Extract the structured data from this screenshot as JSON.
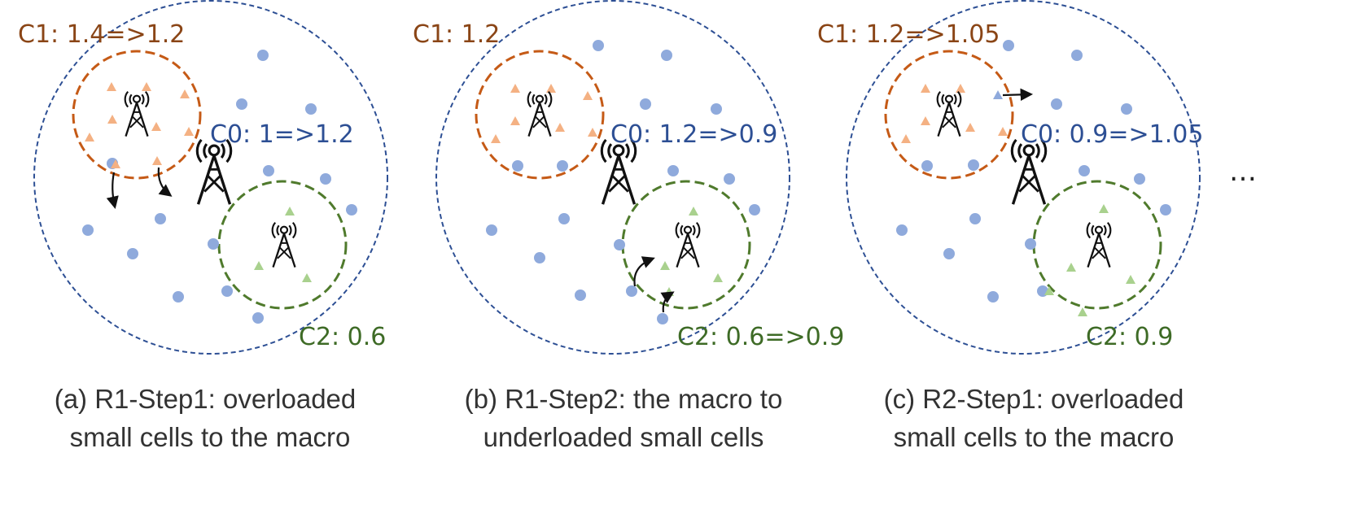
{
  "colors": {
    "macro_circle": "#2d4f94",
    "c1_circle": "#c55a16",
    "c2_circle": "#4f7a2c",
    "c1_text": "#8a4516",
    "c0_text": "#2d4f94",
    "c2_text": "#3e6b26",
    "blue_dot": "#8faadc",
    "orange_triangle": "#f4b183",
    "green_triangle": "#a9d18e",
    "arrow": "#111111"
  },
  "icons": [
    "cell-tower-icon"
  ],
  "panels": [
    {
      "c1_label": "C1: 1.4=>1.2",
      "c0_label": "C0: 1=>1.2",
      "c2_label": "C2: 0.6",
      "caption_line1": "(a) R1-Step1: overloaded",
      "caption_line2": "small cells to the macro"
    },
    {
      "c1_label": "C1: 1.2",
      "c0_label": "C0: 1.2=>0.9",
      "c2_label": "C2: 0.6=>0.9",
      "caption_line1": "(b) R1-Step2: the macro to",
      "caption_line2": "underloaded small cells"
    },
    {
      "c1_label": "C1: 1.2=>1.05",
      "c0_label": "C0: 0.9=>1.05",
      "c2_label": "C2: 0.9",
      "caption_line1": "(c) R2-Step1: overloaded",
      "caption_line2": "small cells to the macro"
    }
  ],
  "continuation": "…"
}
